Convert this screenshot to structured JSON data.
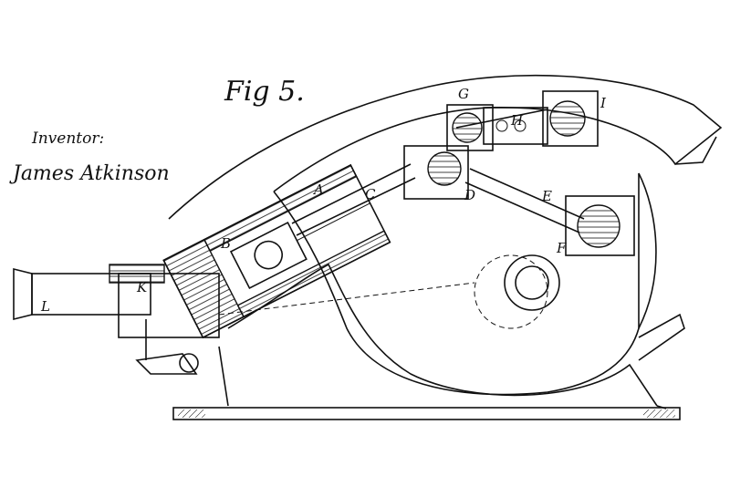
{
  "figure": {
    "title": "Fig 5.",
    "inventor_label": "Inventor:",
    "inventor_signature": "James Atkinson"
  },
  "part_labels": {
    "A": "A",
    "B": "B",
    "C": "C",
    "D": "D",
    "E": "E",
    "F": "F",
    "G": "G",
    "H": "H",
    "I": "I",
    "K": "K",
    "L": "L"
  }
}
